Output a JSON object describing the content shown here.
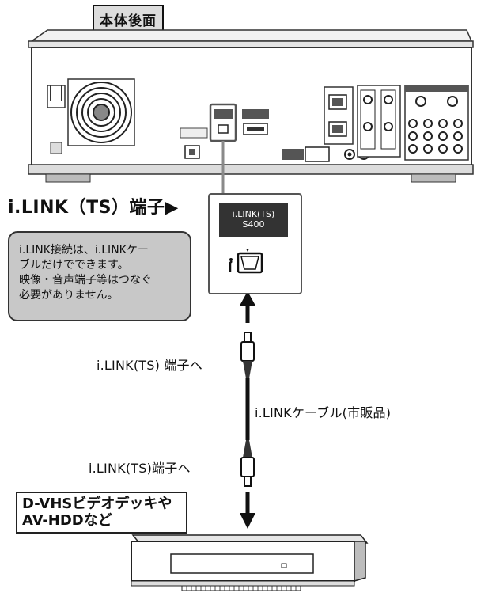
{
  "title": "本体後面",
  "port_label": "i.LINK（TS）端子▶",
  "zoom_panel": {
    "line1": "i.LINK(TS)",
    "line2": "S400"
  },
  "note": {
    "lines": [
      "i.LINK接続は、i.LINKケー",
      "ブルだけでできます。",
      "映像・音声端子等はつなぐ",
      "必要がありません。"
    ]
  },
  "cable": {
    "top_plug_label": "i.LINK(TS) 端子へ",
    "cable_label": "i.LINKケーブル(市販品)",
    "bottom_plug_label": "i.LINK(TS)端子へ"
  },
  "destination": {
    "line1": "D-VHSビデオデッキや",
    "line2": "AV-HDDなど"
  },
  "colors": {
    "highlight_line": "#8a8a8a",
    "note_fill": "#c8c8c8",
    "arrow": "#111111"
  }
}
